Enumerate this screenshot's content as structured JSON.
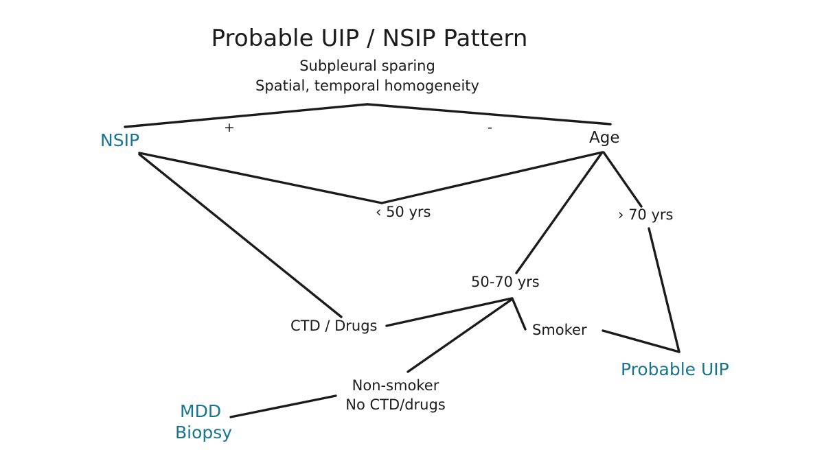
{
  "diagram": {
    "type": "decision-tree-flowchart",
    "background_color": "#ffffff",
    "ink_color": "#1b1b1b",
    "accent_color": "#17768f",
    "title": "Probable UIP / NSIP Pattern",
    "subtitle_line_1": "Subpleural sparing",
    "subtitle_line_2": "Spatial, temporal homogeneity",
    "nodes": {
      "root_criteria": "Subpleural sparing",
      "branch_positive_sign": "+",
      "branch_negative_sign": "-",
      "nsip": "NSIP",
      "age": "Age",
      "under_50": "‹ 50 yrs",
      "over_70": "› 70 yrs",
      "age_50_70": "50-70 yrs",
      "ctd_drugs": "CTD / Drugs",
      "smoker": "Smoker",
      "non_smoker_line_1": "Non-smoker",
      "non_smoker_line_2": "No CTD/drugs",
      "mdd_line_1": "MDD",
      "mdd_line_2": "Biopsy",
      "probable_uip": "Probable UIP"
    },
    "outcomes": [
      {
        "label": "NSIP",
        "color": "#17768f"
      },
      {
        "label": "Probable UIP",
        "color": "#17768f"
      },
      {
        "label": "MDD",
        "color": "#17768f"
      },
      {
        "label": "Biopsy",
        "color": "#17768f"
      }
    ],
    "edges": [
      {
        "from": "root_apex",
        "to": "nsip",
        "sign": "+"
      },
      {
        "from": "root_apex",
        "to": "age",
        "sign": "-"
      },
      {
        "from": "nsip",
        "to": "under_50",
        "sign": ""
      },
      {
        "from": "age",
        "to": "under_50",
        "sign": ""
      },
      {
        "from": "nsip",
        "to": "ctd_drugs",
        "sign": ""
      },
      {
        "from": "age",
        "to": "age_50_70",
        "sign": ""
      },
      {
        "from": "age",
        "to": "over_70",
        "sign": ""
      },
      {
        "from": "over_70",
        "to": "probable_uip",
        "sign": ""
      },
      {
        "from": "age_50_70",
        "to": "ctd_drugs",
        "sign": ""
      },
      {
        "from": "age_50_70",
        "to": "non_smoker",
        "sign": ""
      },
      {
        "from": "age_50_70",
        "to": "smoker",
        "sign": ""
      },
      {
        "from": "smoker",
        "to": "probable_uip",
        "sign": ""
      },
      {
        "from": "non_smoker",
        "to": "mdd_biopsy",
        "sign": ""
      }
    ]
  }
}
